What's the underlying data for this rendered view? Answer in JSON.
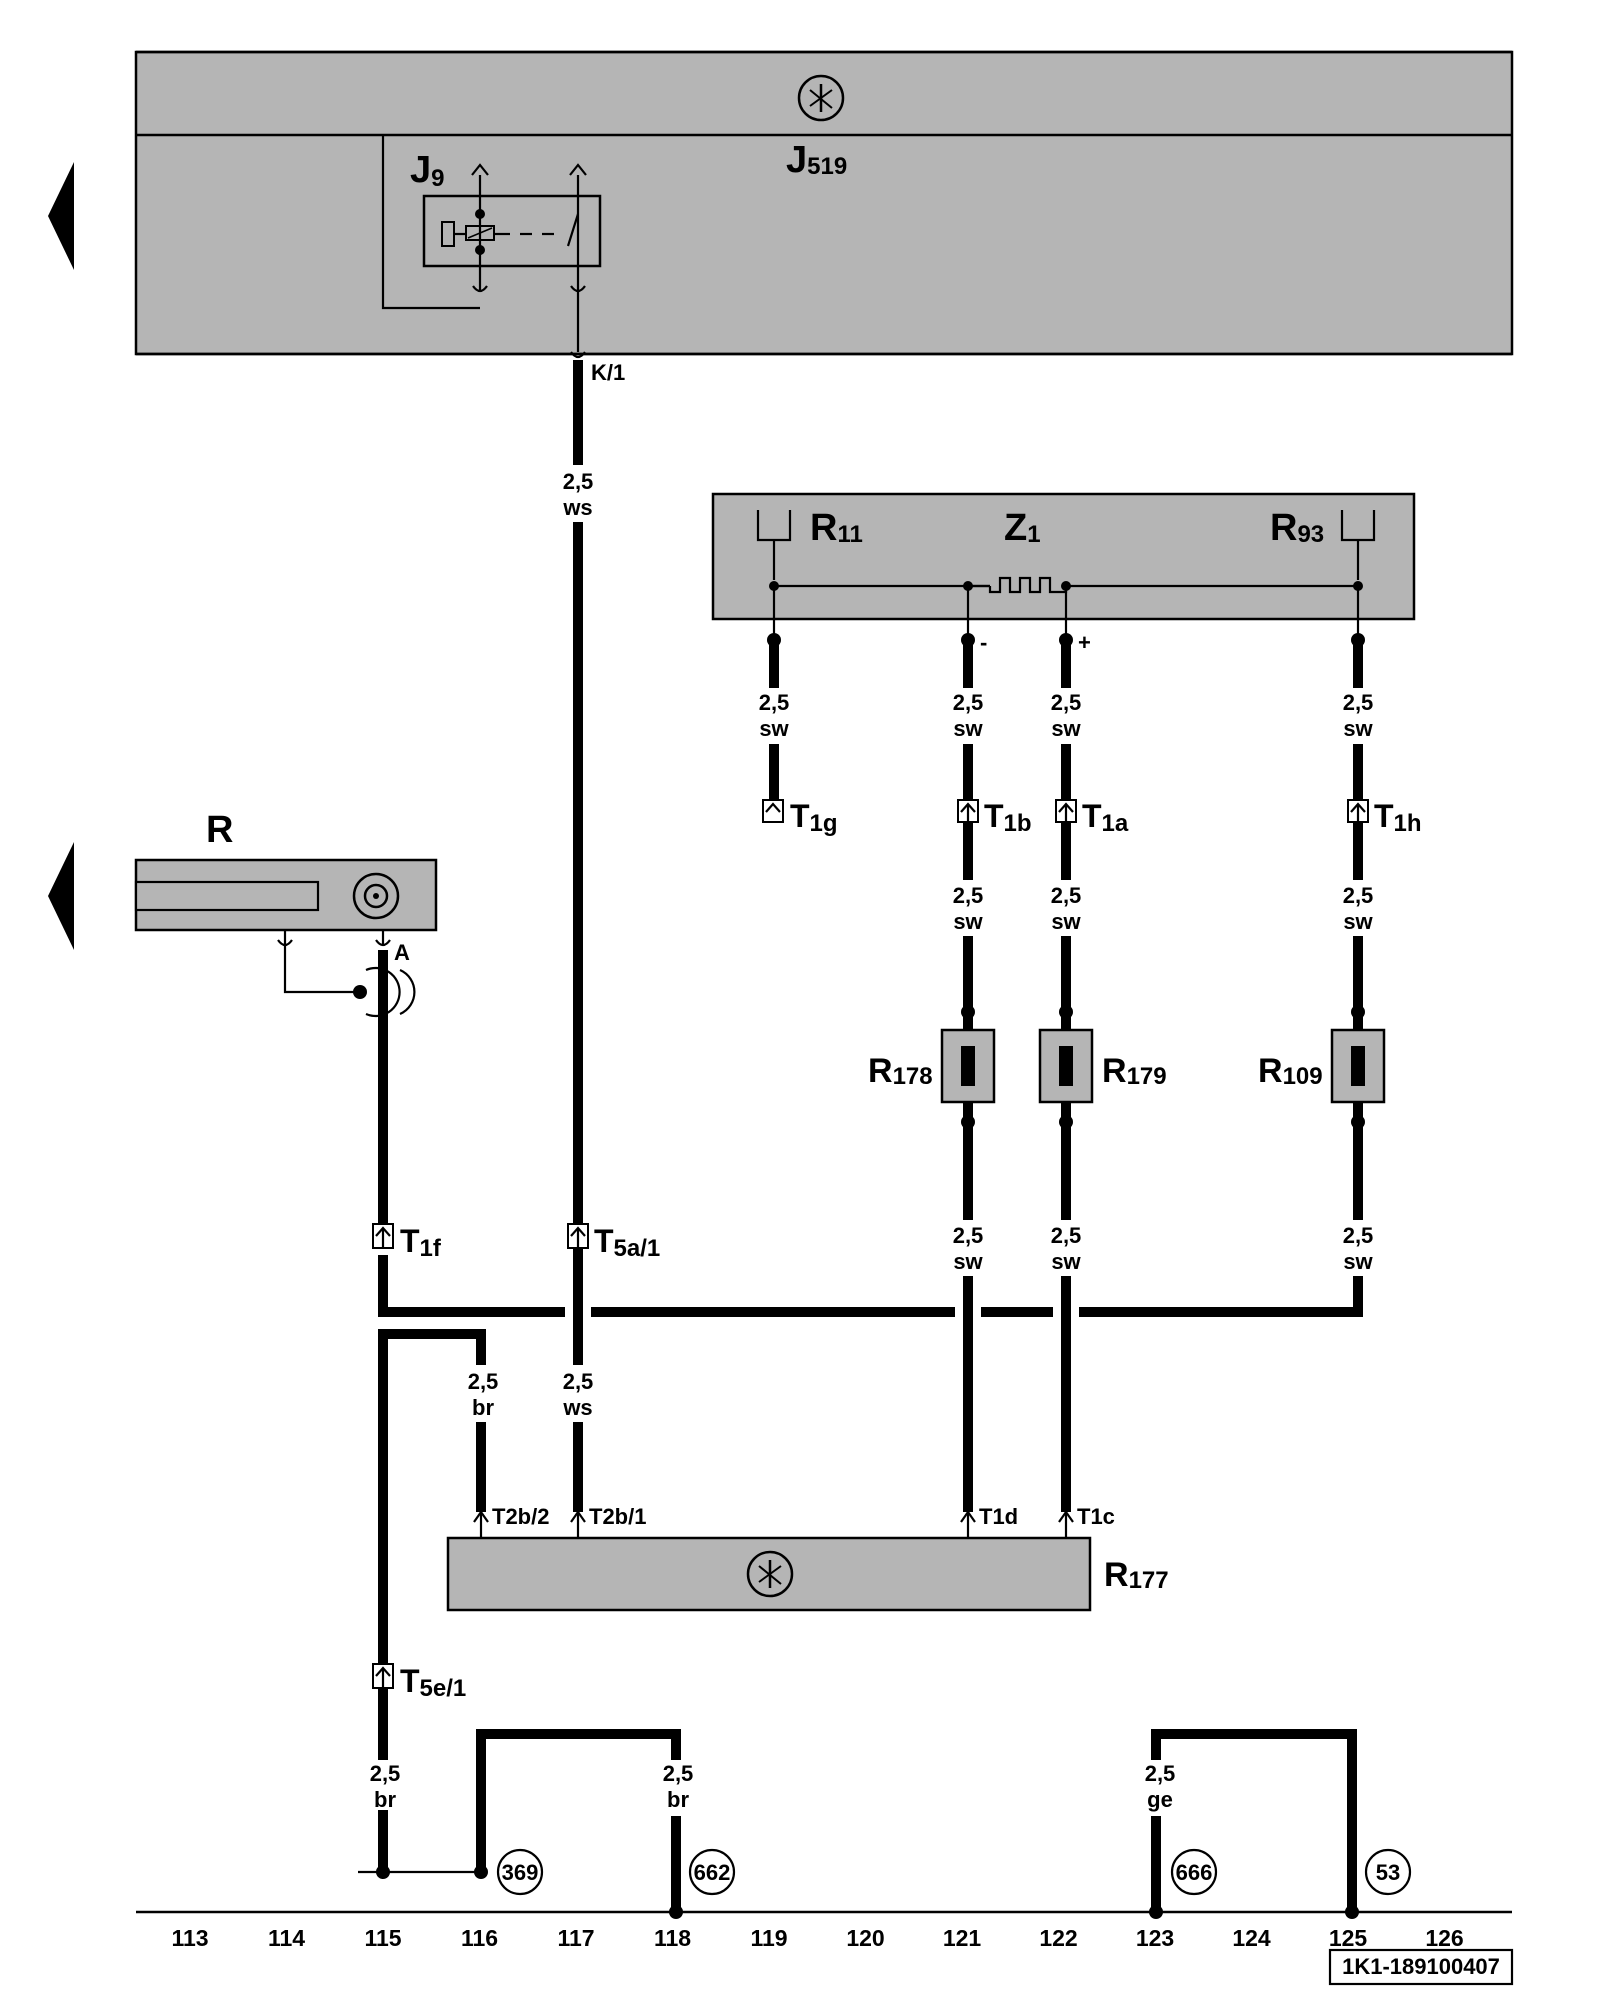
{
  "components": {
    "j519": {
      "label": "J",
      "sub": "519"
    },
    "j9": {
      "label": "J",
      "sub": "9"
    },
    "r": {
      "label": "R"
    },
    "r11": {
      "label": "R",
      "sub": "11"
    },
    "z1": {
      "label": "Z",
      "sub": "1"
    },
    "r93": {
      "label": "R",
      "sub": "93"
    },
    "r178": {
      "label": "R",
      "sub": "178"
    },
    "r179": {
      "label": "R",
      "sub": "179"
    },
    "r109": {
      "label": "R",
      "sub": "109"
    },
    "r177": {
      "label": "R",
      "sub": "177"
    }
  },
  "pins": {
    "k1": "K/1",
    "a": "A",
    "minus": "-",
    "plus": "+",
    "t2b2": "T2b/2",
    "t2b1": "T2b/1",
    "t1d": "T1d",
    "t1c": "T1c"
  },
  "connectors": {
    "t1g": {
      "label": "T",
      "sub": "1g"
    },
    "t1b": {
      "label": "T",
      "sub": "1b"
    },
    "t1a": {
      "label": "T",
      "sub": "1a"
    },
    "t1h": {
      "label": "T",
      "sub": "1h"
    },
    "t1f": {
      "label": "T",
      "sub": "1f"
    },
    "t5a1": {
      "label": "T",
      "sub": "5a/1"
    },
    "t5e1": {
      "label": "T",
      "sub": "5e/1"
    }
  },
  "wires": {
    "k1_ws": {
      "size": "2,5",
      "color": "ws"
    },
    "r11_sw": {
      "size": "2,5",
      "color": "sw"
    },
    "z1m_sw": {
      "size": "2,5",
      "color": "sw"
    },
    "z1p_sw": {
      "size": "2,5",
      "color": "sw"
    },
    "r93_sw": {
      "size": "2,5",
      "color": "sw"
    },
    "t1b_sw": {
      "size": "2,5",
      "color": "sw"
    },
    "t1a_sw": {
      "size": "2,5",
      "color": "sw"
    },
    "t1h_sw": {
      "size": "2,5",
      "color": "sw"
    },
    "r178_sw": {
      "size": "2,5",
      "color": "sw"
    },
    "r179_sw": {
      "size": "2,5",
      "color": "sw"
    },
    "r109_sw": {
      "size": "2,5",
      "color": "sw"
    },
    "t2b2_br": {
      "size": "2,5",
      "color": "br"
    },
    "t2b1_ws": {
      "size": "2,5",
      "color": "ws"
    },
    "t5e1_br": {
      "size": "2,5",
      "color": "br"
    },
    "c118_br": {
      "size": "2,5",
      "color": "br"
    },
    "c123_ge": {
      "size": "2,5",
      "color": "ge"
    }
  },
  "references": [
    "369",
    "662",
    "666",
    "53"
  ],
  "columns": [
    "113",
    "114",
    "115",
    "116",
    "117",
    "118",
    "119",
    "120",
    "121",
    "122",
    "123",
    "124",
    "125",
    "126"
  ],
  "diagram_id": "1K1-189100407"
}
